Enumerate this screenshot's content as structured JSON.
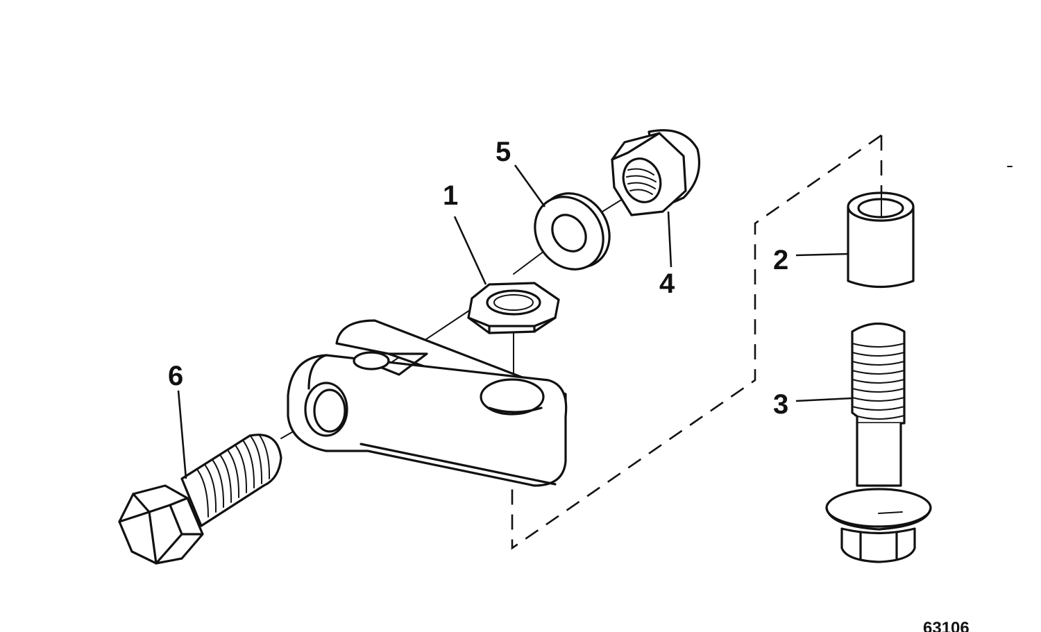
{
  "callouts": {
    "c1": "1",
    "c2": "2",
    "c3": "3",
    "c4": "4",
    "c5": "5",
    "c6": "6"
  },
  "figure_number": "63106",
  "colors": {
    "ink": "#111111",
    "paper": "#ffffff"
  }
}
